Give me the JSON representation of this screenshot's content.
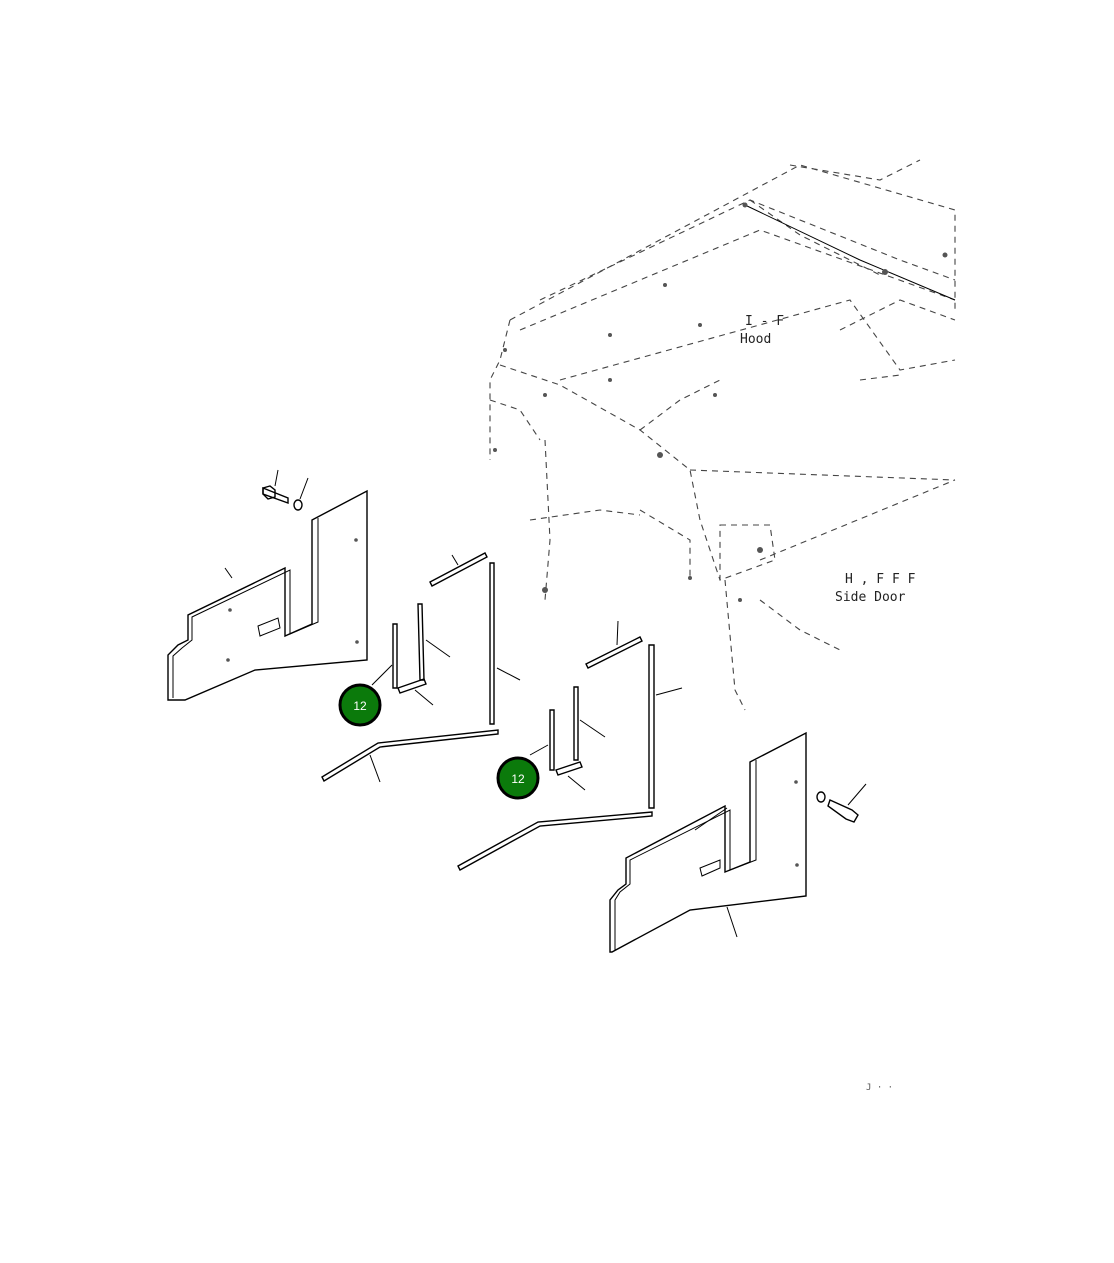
{
  "labels": {
    "hood_line1": "I - F",
    "hood_line2": "Hood",
    "side_door_line1": "H , F F F",
    "side_door_line2": "Side Door",
    "figure_ref": "J · ·"
  },
  "callouts": [
    {
      "id": "callout-12-left",
      "number": "12"
    },
    {
      "id": "callout-12-right",
      "number": "12"
    }
  ],
  "colors": {
    "callout_fill": "#0b7a0b",
    "line": "#000000",
    "ghost_line": "#444444"
  }
}
